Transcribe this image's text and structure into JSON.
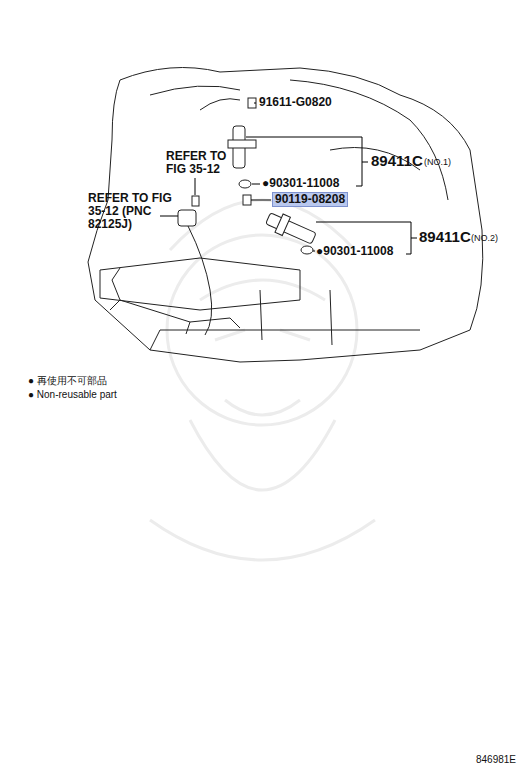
{
  "diagram": {
    "labels": [
      "91611-G0820",
      "89411C",
      "(NO.1)",
      "REFER TO FIG 35-12",
      "●90301-11008",
      "90119-08208",
      "REFER TO FIG 35-12 (PNC 82125J)",
      "89411C",
      "(NO.2)",
      "●90301-11008",
      "● 再使用不可部品",
      "● Non-reusable part",
      "846981E"
    ]
  }
}
